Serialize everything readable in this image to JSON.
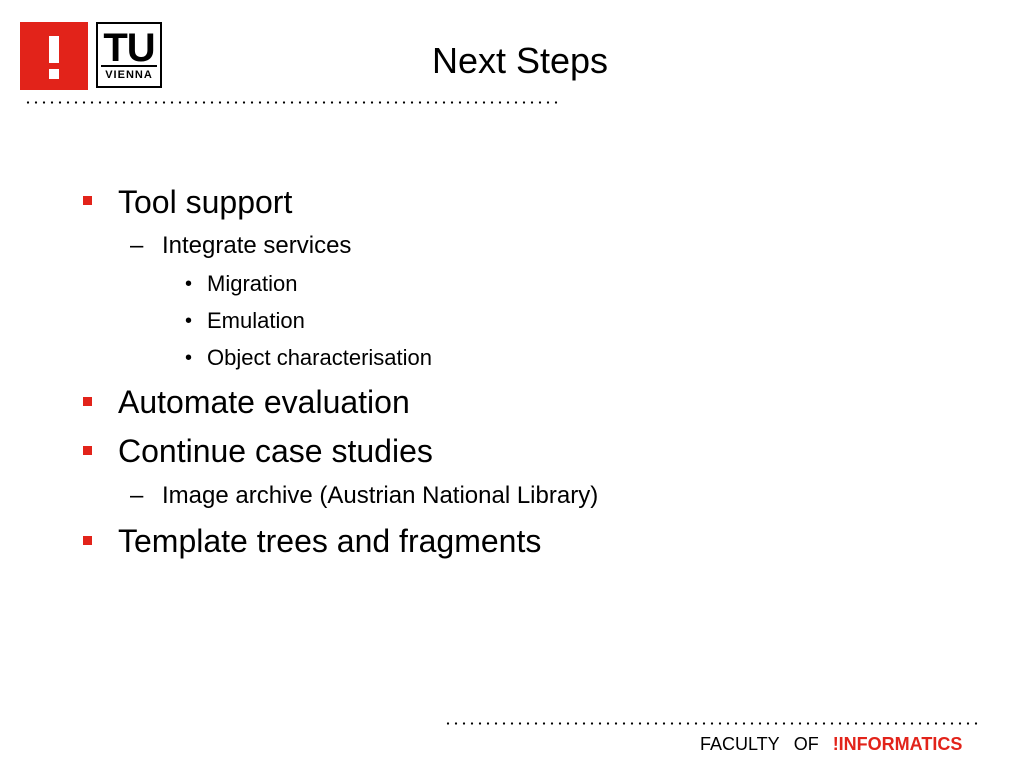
{
  "logos": {
    "tu_letters": "TU",
    "tu_city": "VIENNA"
  },
  "slide": {
    "title": "Next Steps",
    "bullets": [
      {
        "text": "Tool support",
        "sub": [
          {
            "text": "Integrate services",
            "sub": [
              "Migration",
              "Emulation",
              "Object characterisation"
            ]
          }
        ]
      },
      {
        "text": "Automate evaluation"
      },
      {
        "text": "Continue case studies",
        "sub": [
          {
            "text": "Image archive (Austrian National Library)"
          }
        ]
      },
      {
        "text": "Template trees and fragments"
      }
    ]
  },
  "footer": {
    "faculty": "FACULTY",
    "of": "OF",
    "informatics": "!INFORMATICS"
  },
  "colors": {
    "accent": "#e2231a",
    "text": "#000000",
    "background": "#ffffff"
  },
  "icons": {
    "level1_bullet": "red-square-icon",
    "level2_bullet": "dash",
    "level3_bullet": "dot"
  }
}
